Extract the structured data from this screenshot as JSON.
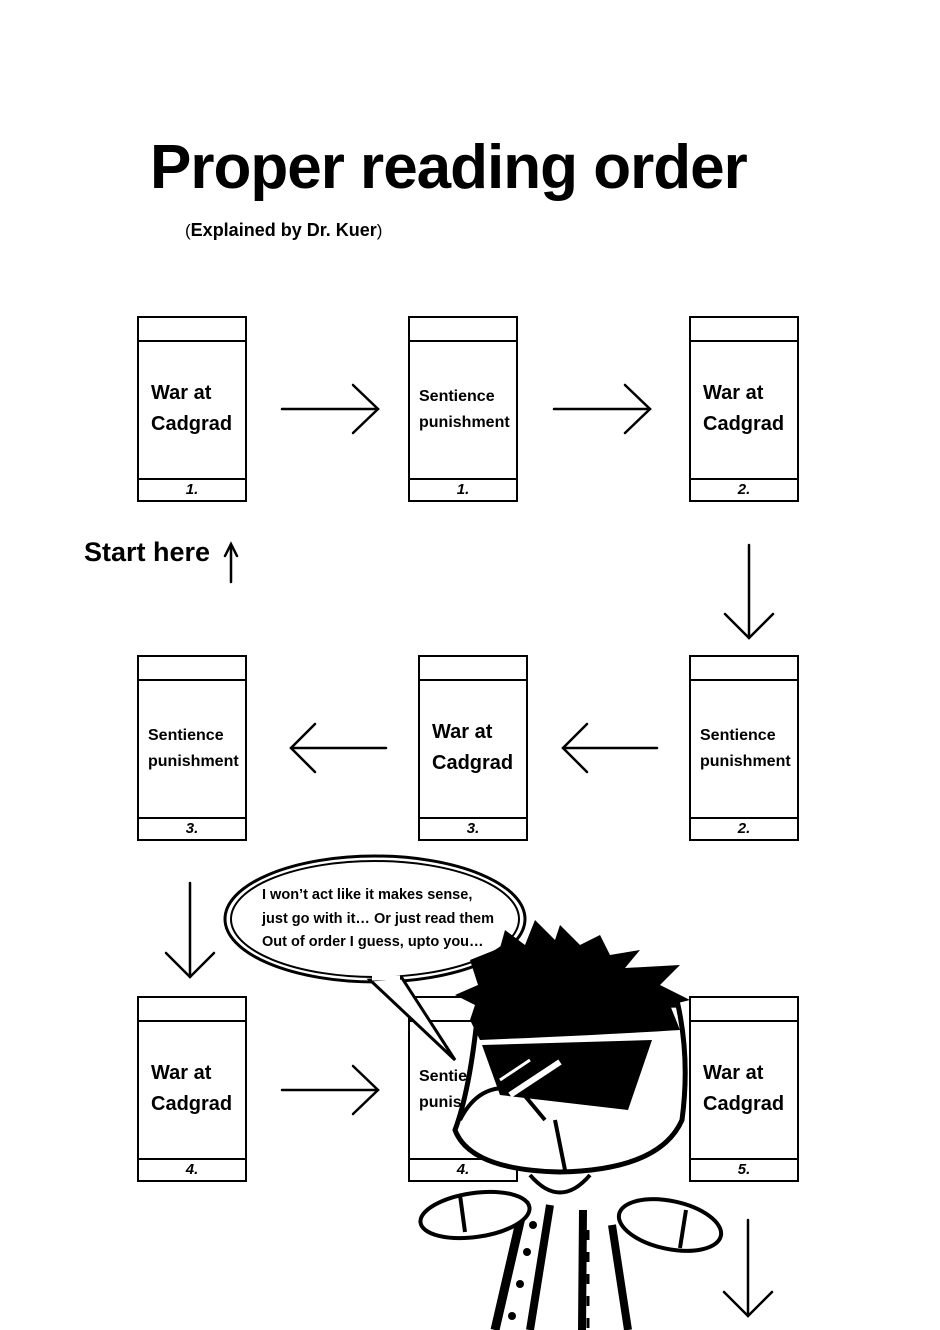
{
  "title": "Proper reading order",
  "subtitle": {
    "open_paren": "(",
    "text": "Explained by Dr. Kuer",
    "close_paren": ")"
  },
  "start_label": "Start here",
  "books": [
    {
      "order": 1,
      "title_line1": "War at",
      "title_line2": "Cadgrad",
      "volume": "1."
    },
    {
      "order": 2,
      "title_line1": "Sentience",
      "title_line2": "punishment",
      "volume": "1."
    },
    {
      "order": 3,
      "title_line1": "War at",
      "title_line2": "Cadgrad",
      "volume": "2."
    },
    {
      "order": 4,
      "title_line1": "Sentience",
      "title_line2": "punishment",
      "volume": "2."
    },
    {
      "order": 5,
      "title_line1": "War at",
      "title_line2": "Cadgrad",
      "volume": "3."
    },
    {
      "order": 6,
      "title_line1": "Sentience",
      "title_line2": "punishment",
      "volume": "3."
    },
    {
      "order": 7,
      "title_line1": "War at",
      "title_line2": "Cadgrad",
      "volume": "4."
    },
    {
      "order": 8,
      "title_line1": "Sentience",
      "title_line2": "punishment",
      "volume": "4."
    },
    {
      "order": 9,
      "title_line1": "War at",
      "title_line2": "Cadgrad",
      "volume": "5."
    }
  ],
  "speech_bubble": {
    "line1": "I won’t act like it makes sense,",
    "line2": "just go with it… Or just read them",
    "line3": "Out of order I guess, upto you…"
  },
  "character": "Dr. Kuer"
}
